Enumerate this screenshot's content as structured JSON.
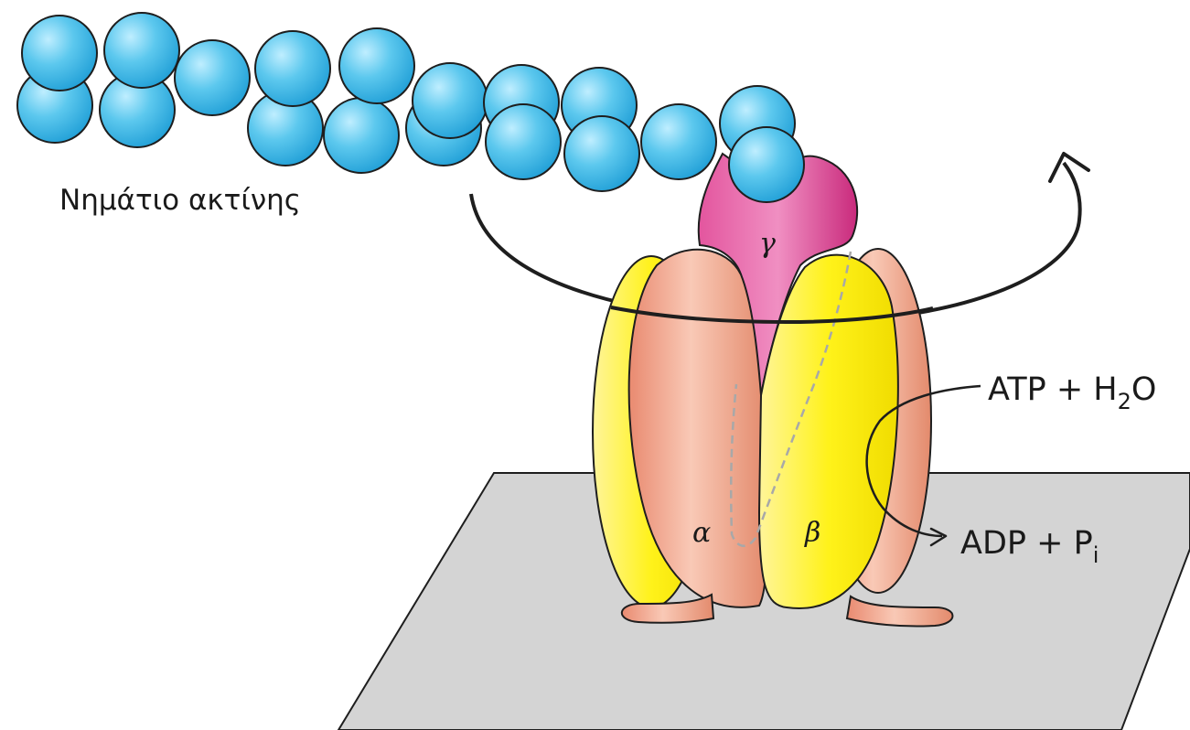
{
  "labels": {
    "actin_filament": "Νημάτιο ακτίνης",
    "subunit_alpha": "α",
    "subunit_beta": "β",
    "subunit_gamma": "γ",
    "reactants": {
      "main": "ATP + H",
      "sub": "2",
      "tail": "O"
    },
    "products": {
      "main": "ADP + P",
      "sub": "i"
    }
  },
  "colors": {
    "actin_bead": "#39b8e6",
    "gamma_subunit": "#d8338a",
    "alpha_subunit": "#ec9a7e",
    "beta_subunit": "#fff21a",
    "membrane": "#d4d4d4",
    "outline": "#1e1e1e"
  }
}
